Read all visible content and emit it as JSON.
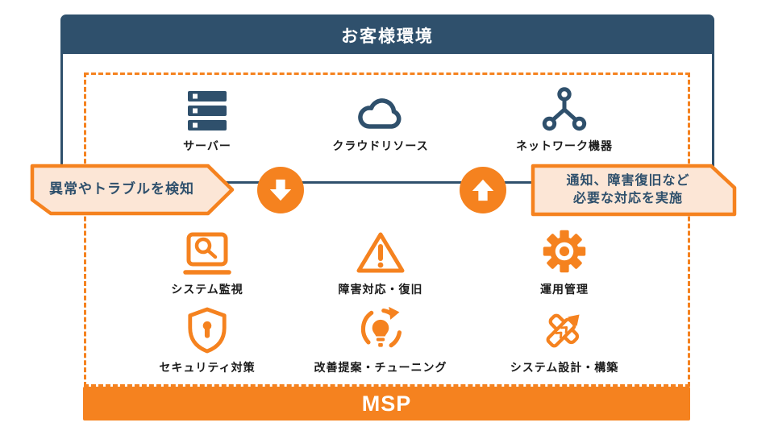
{
  "colors": {
    "navy": "#2F506C",
    "orange": "#F5821F",
    "callout_bg": "#FCE6D6",
    "label_text": "#1a1a1a",
    "white": "#ffffff"
  },
  "customer_zone": {
    "title": "お客様環境",
    "items": [
      {
        "icon": "server-icon",
        "label": "サーバー"
      },
      {
        "icon": "cloud-icon",
        "label": "クラウドリソース"
      },
      {
        "icon": "network-icon",
        "label": "ネットワーク機器"
      }
    ]
  },
  "flow": {
    "detect_callout": "異常やトラブルを検知",
    "respond_callout_line1": "通知、障害復旧など",
    "respond_callout_line2": "必要な対応を実施",
    "down_arrow": "down",
    "up_arrow": "up"
  },
  "msp_zone": {
    "items": [
      {
        "icon": "monitor-search-icon",
        "label": "システム監視"
      },
      {
        "icon": "warning-icon",
        "label": "障害対応・復旧"
      },
      {
        "icon": "gear-icon",
        "label": "運用管理"
      },
      {
        "icon": "shield-lock-icon",
        "label": "セキュリティ対策"
      },
      {
        "icon": "tuning-bulb-icon",
        "label": "改善提案・チューニング"
      },
      {
        "icon": "design-tools-icon",
        "label": "システム設計・構築"
      }
    ],
    "footer": "MSP"
  }
}
